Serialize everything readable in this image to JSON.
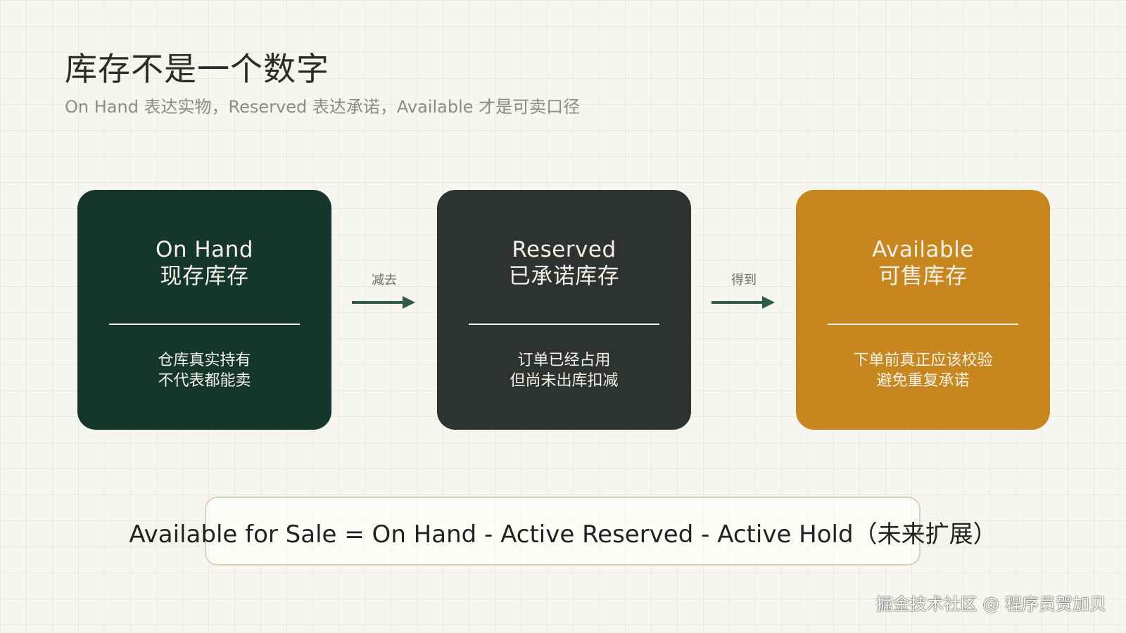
{
  "header": {
    "title": "库存不是一个数字",
    "subtitle": "On Hand 表达实物，Reserved 表达承诺，Available 才是可卖口径"
  },
  "cards": [
    {
      "title_en": "On Hand",
      "title_cn": "现存库存",
      "desc_line1": "仓库真实持有",
      "desc_line2": "不代表都能卖",
      "color": "#15362d"
    },
    {
      "title_en": "Reserved",
      "title_cn": "已承诺库存",
      "desc_line1": "订单已经占用",
      "desc_line2": "但尚未出库扣减",
      "color": "#2e3230"
    },
    {
      "title_en": "Available",
      "title_cn": "可售库存",
      "desc_line1": "下单前真正应该校验",
      "desc_line2": "避免重复承诺",
      "color": "#c8861f"
    }
  ],
  "connectors": [
    {
      "label": "减去"
    },
    {
      "label": "得到"
    }
  ],
  "formula": "Available for Sale = On Hand - Active Reserved - Active Hold（未来扩展）",
  "watermark": "掘金技术社区 @ 程序员贺加贝",
  "colors": {
    "background": "#f6f5ef",
    "arrow": "#2f5a4c",
    "card_text": "#f4f1e8"
  }
}
